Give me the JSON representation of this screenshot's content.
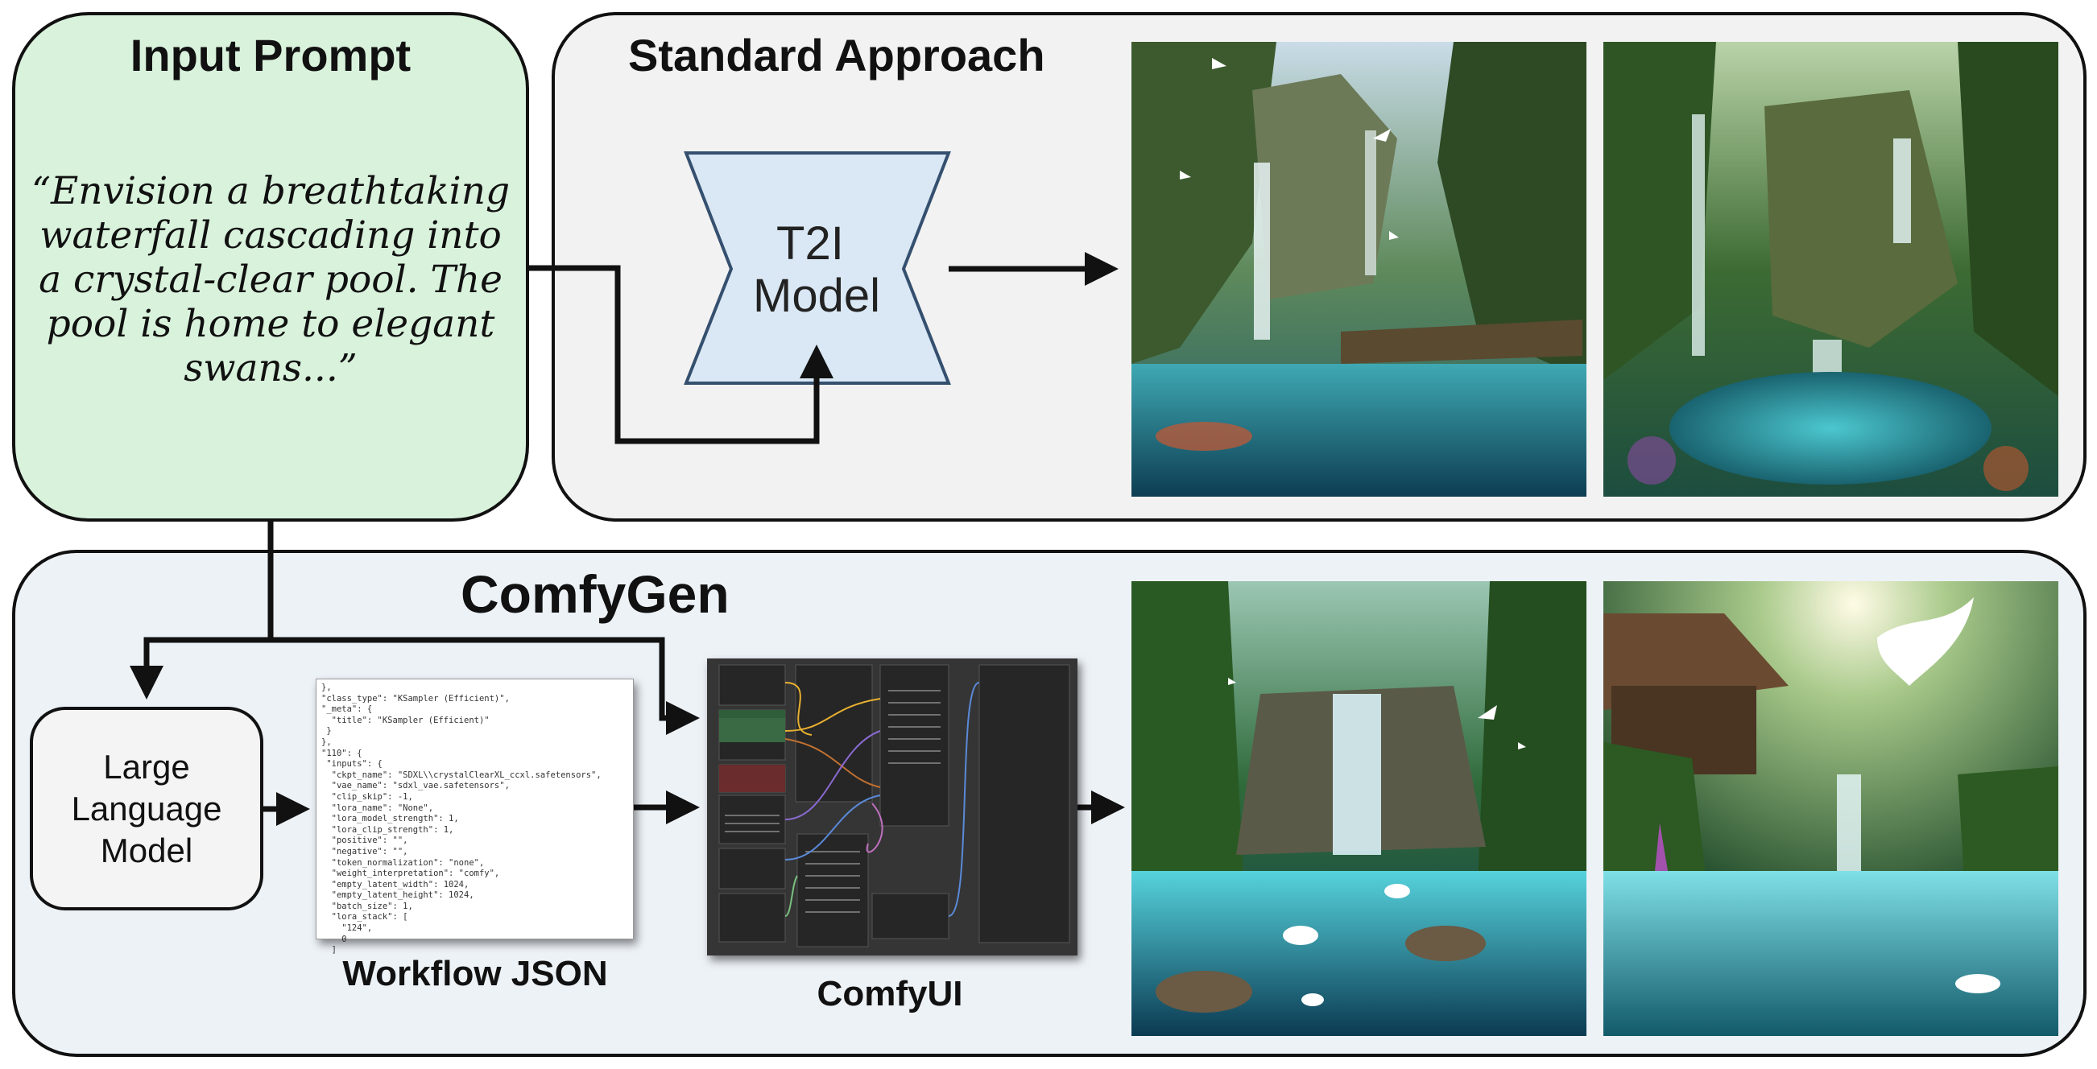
{
  "input_prompt": {
    "title": "Input Prompt",
    "lines": [
      "“Envision a breathtaking",
      "waterfall cascading into",
      "a crystal-clear pool. The",
      "pool is home to elegant",
      "swans...”"
    ]
  },
  "standard_approach": {
    "title": "Standard Approach",
    "model_lines": [
      "T2I",
      "Model"
    ]
  },
  "comfygen": {
    "title": "ComfyGen",
    "llm_lines": [
      "Large",
      "Language",
      "Model"
    ],
    "workflow_label": "Workflow JSON",
    "comfyui_label": "ComfyUI",
    "json_lines": [
      "},",
      "\"class_type\": \"KSampler (Efficient)\",",
      "\"_meta\": {",
      "  \"title\": \"KSampler (Efficient)\"",
      " }",
      "},",
      "\"110\": {",
      " \"inputs\": {",
      "  \"ckpt_name\": \"SDXL\\\\crystalClearXL_ccxl.safetensors\",",
      "  \"vae_name\": \"sdxl_vae.safetensors\",",
      "  \"clip_skip\": -1,",
      "  \"lora_name\": \"None\",",
      "  \"lora_model_strength\": 1,",
      "  \"lora_clip_strength\": 1,",
      "  \"positive\": \"\",",
      "  \"negative\": \"\",",
      "  \"token_normalization\": \"none\",",
      "  \"weight_interpretation\": \"comfy\",",
      "  \"empty_latent_width\": 1024,",
      "  \"empty_latent_height\": 1024,",
      "  \"batch_size\": 1,",
      "  \"lora_stack\": [",
      "    \"124\",",
      "    0",
      "  ]"
    ]
  },
  "colors": {
    "input_fill": "#d9f2dc",
    "standard_fill": "#f2f2f2",
    "comfygen_fill": "#edf2f7",
    "model_fill": "#dae8f5",
    "model_stroke": "#35506f"
  }
}
